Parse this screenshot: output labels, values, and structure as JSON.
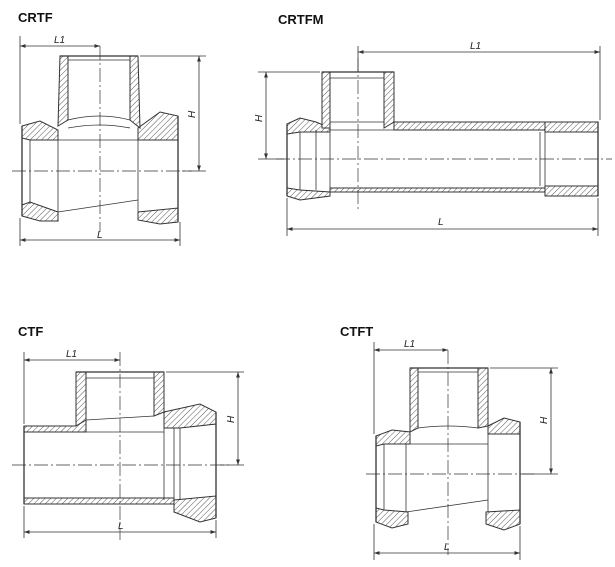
{
  "fittings": [
    {
      "title": "CRTF",
      "dims": {
        "l1": "L1",
        "h": "H",
        "l": "L"
      }
    },
    {
      "title": "CRTFM",
      "dims": {
        "l1": "L1",
        "h": "H",
        "l": "L"
      }
    },
    {
      "title": "CTF",
      "dims": {
        "l1": "L1",
        "h": "H",
        "l": "L"
      }
    },
    {
      "title": "CTFT",
      "dims": {
        "l1": "L1",
        "h": "H",
        "l": "L"
      }
    }
  ]
}
